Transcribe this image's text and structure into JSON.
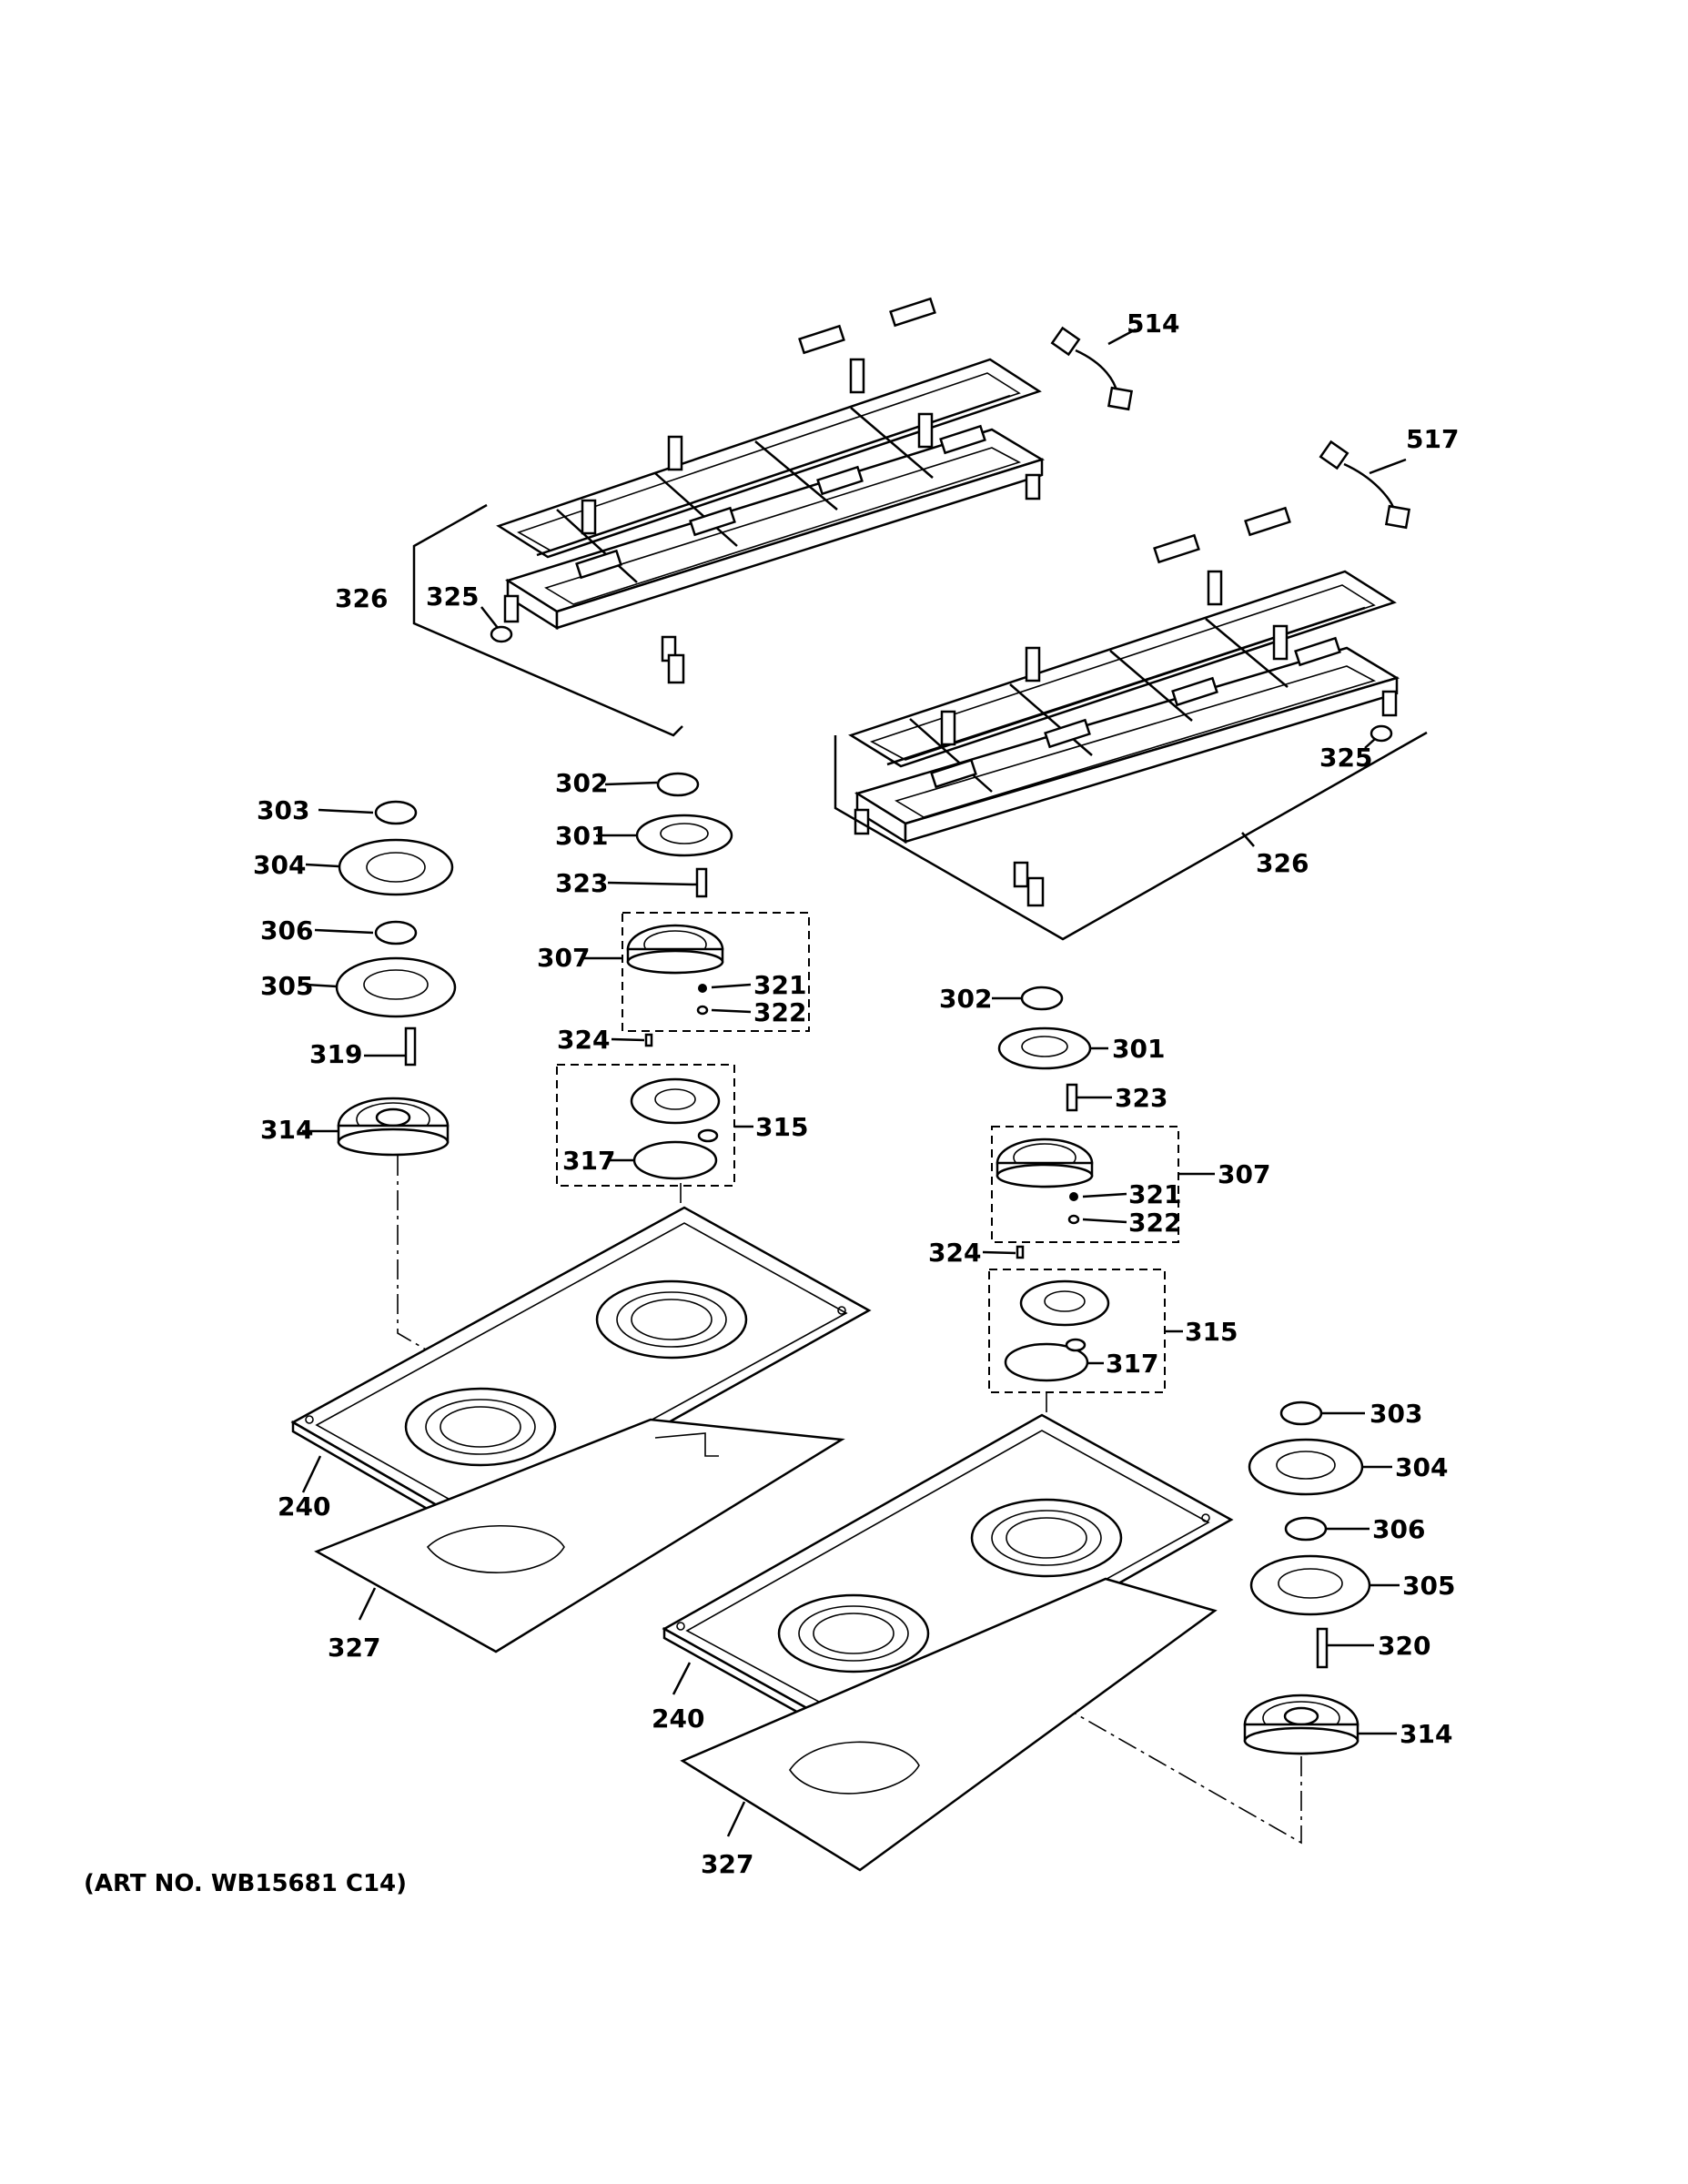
{
  "art_number": "(ART NO. WB15681 C14)",
  "labels": {
    "l514": "514",
    "l517": "517",
    "l326a": "326",
    "l325a": "325",
    "l325b": "325",
    "l326b": "326",
    "l303a": "303",
    "l304a": "304",
    "l306a": "306",
    "l305a": "305",
    "l319": "319",
    "l314a": "314",
    "l302a": "302",
    "l301a": "301",
    "l323a": "323",
    "l307a": "307",
    "l321a": "321",
    "l322a": "322",
    "l324a": "324",
    "l315a": "315",
    "l317a": "317",
    "l302b": "302",
    "l301b": "301",
    "l323b": "323",
    "l307b": "307",
    "l321b": "321",
    "l322b": "322",
    "l324b": "324",
    "l315b": "315",
    "l317b": "317",
    "l303b": "303",
    "l304b": "304",
    "l306b": "306",
    "l305b": "305",
    "l320": "320",
    "l314b": "314",
    "l240a": "240",
    "l327a": "327",
    "l240b": "240",
    "l327b": "327"
  }
}
